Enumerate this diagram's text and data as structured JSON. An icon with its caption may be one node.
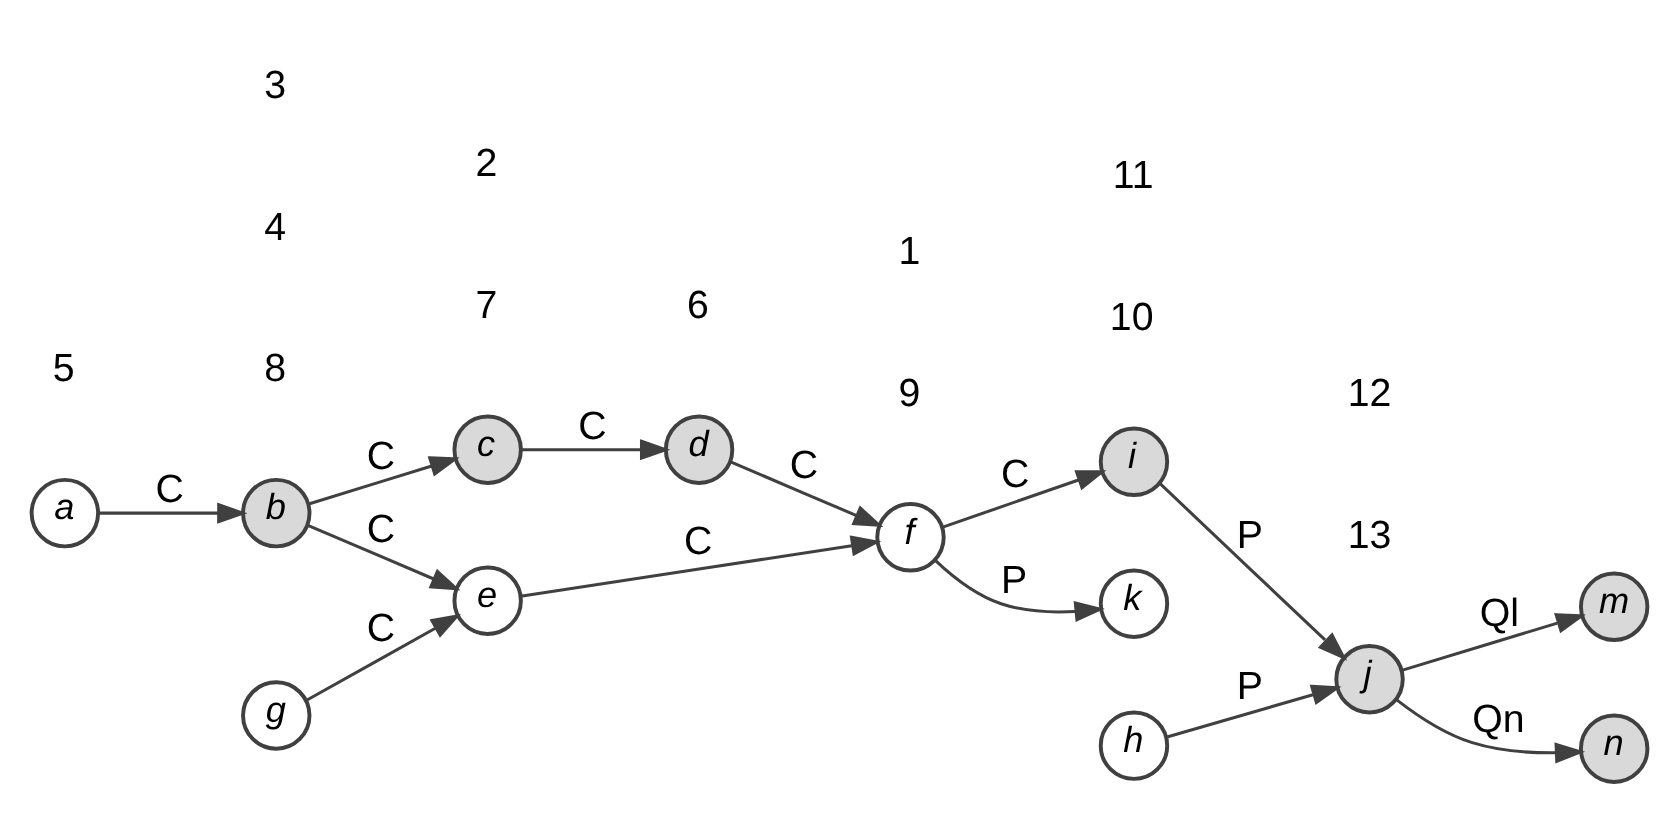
{
  "diagram": {
    "nodes": [
      {
        "text": [
          "a"
        ]
      },
      {
        "text": [
          "b"
        ]
      },
      {
        "text": [
          "c"
        ]
      },
      {
        "text": [
          "d"
        ]
      },
      {
        "text": [
          "e"
        ]
      },
      {
        "text": [
          "f"
        ]
      },
      {
        "text": [
          "g"
        ]
      },
      {
        "text": [
          "h"
        ]
      },
      {
        "text": [
          "i"
        ]
      },
      {
        "text": [
          "j"
        ]
      },
      {
        "text": [
          "k"
        ]
      },
      {
        "text": [
          "m"
        ]
      },
      {
        "text": [
          "n"
        ]
      }
    ],
    "edges": [
      {
        "from": 0,
        "to": 1,
        "arrow": "to",
        "label": "C"
      },
      {
        "from": 1,
        "to": 2,
        "arrow": "to",
        "label": "C"
      },
      {
        "from": 2,
        "to": 3,
        "arrow": "to",
        "label": "C"
      },
      {
        "from": 3,
        "to": 5,
        "arrow": "to",
        "label": "C"
      },
      {
        "from": 1,
        "to": 4,
        "arrow": "to",
        "label": "C"
      },
      {
        "from": 6,
        "to": 4,
        "arrow": "to",
        "label": "C"
      },
      {
        "from": 4,
        "to": 5,
        "arrow": "to",
        "label": "C"
      },
      {
        "from": 5,
        "to": 10,
        "arrow": "to",
        "label": "P"
      },
      {
        "from": 5,
        "to": 8,
        "arrow": "to",
        "label": "C"
      },
      {
        "from": 8,
        "to": 9,
        "arrow": "to",
        "label": "P"
      },
      {
        "from": 7,
        "to": 9,
        "arrow": "to",
        "label": "P"
      },
      {
        "from": 9,
        "to": 11,
        "arrow": "to",
        "label": "Ql"
      },
      {
        "from": 9,
        "to": 12,
        "arrow": "to",
        "label": "Qn"
      }
    ],
    "labels": [
      "7",
      "8",
      "6",
      "9",
      "5",
      "4",
      "1",
      "2",
      "3",
      "10",
      "11",
      "13",
      "12"
    ]
  }
}
